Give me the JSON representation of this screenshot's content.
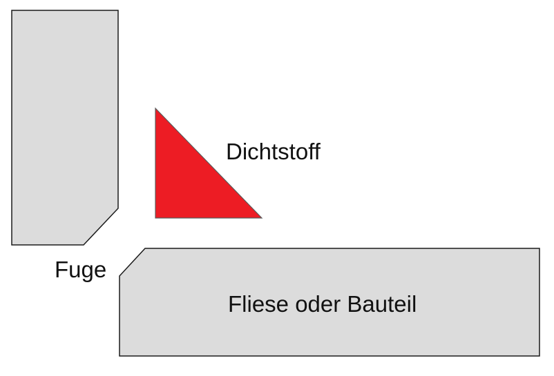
{
  "labels": {
    "sealant": "Dichtstoff",
    "joint": "Fuge",
    "tile": "Fliese oder Bauteil"
  },
  "colors": {
    "background": "#ffffff",
    "component_fill": "#dcdcdc",
    "outline": "#1a1a1a",
    "sealant_fill": "#ed1c24"
  }
}
